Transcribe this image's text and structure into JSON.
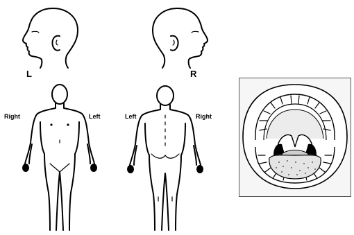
{
  "head_left": {
    "side_label": "L"
  },
  "head_right": {
    "side_label": "R"
  },
  "body_front": {
    "label_left": "Right",
    "label_right": "Left"
  },
  "body_back": {
    "label_left": "Left",
    "label_right": "Right"
  },
  "colors": {
    "line": "#000000",
    "mouth_frame": "#555555",
    "background": "#ffffff"
  }
}
